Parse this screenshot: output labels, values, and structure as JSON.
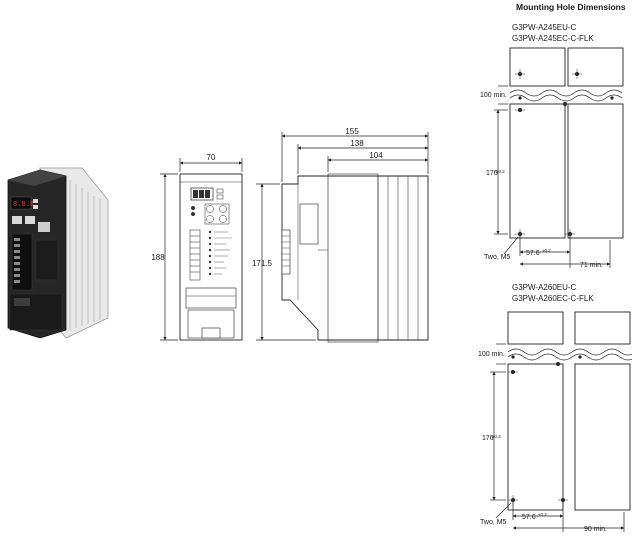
{
  "panel_title": "Mounting Hole Dimensions",
  "models_top": [
    "G3PW-A245EU-C",
    "G3PW-A245EC-C-FLK"
  ],
  "models_bottom": [
    "G3PW-A260EU-C",
    "G3PW-A260EC-C-FLK"
  ],
  "front_view": {
    "width_label": "70",
    "height_label": "188"
  },
  "side_view": {
    "overall_depth_label": "155",
    "depth_2_label": "138",
    "depth_3_label": "104",
    "height_label": "171.5"
  },
  "layout_top": {
    "gap_label": "100 min.",
    "height_label": "176",
    "height_tol": "±0.2",
    "hole_pitch_label": "57.6",
    "hole_pitch_tol": "±0.2",
    "spacing_label": "71 min.",
    "hole_label": "Two, M5"
  },
  "layout_bottom": {
    "gap_label": "100 min.",
    "height_label": "176",
    "height_tol": "±0.2",
    "hole_pitch_label": "57.6",
    "hole_pitch_tol": "±0.2",
    "spacing_label": "90 min.",
    "hole_label": "Two, M5"
  }
}
